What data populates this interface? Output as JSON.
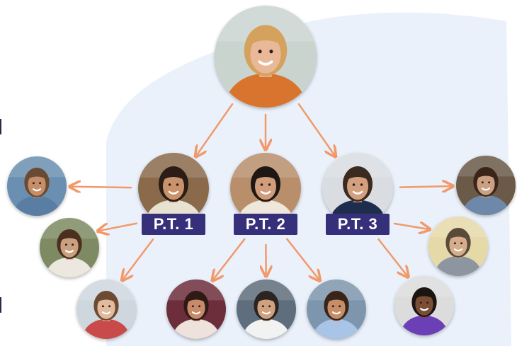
{
  "colors": {
    "background_blob": "#eaf1fb",
    "arrow": "#f2996a",
    "label_bg": "#36307a",
    "label_text": "#ffffff"
  },
  "people": [
    {
      "id": "top",
      "kind": "central-person",
      "bg": "#c9d4cf",
      "skin": "#e8b899",
      "hair": "#d4a25c",
      "shirt": "#d9742e"
    },
    {
      "id": "pt1",
      "kind": "primary-person",
      "bg": "#8a6a4c",
      "skin": "#c9926b",
      "hair": "#2a1d18",
      "shirt": "#e8e2d2"
    },
    {
      "id": "pt2",
      "kind": "primary-person",
      "bg": "#b88f6a",
      "skin": "#cf9d7c",
      "hair": "#1e1714",
      "shirt": "#ede7dc"
    },
    {
      "id": "pt3",
      "kind": "primary-person",
      "bg": "#d9dde2",
      "skin": "#d2a07e",
      "hair": "#3a2a20",
      "shirt": "#1e2d4d"
    },
    {
      "id": "l1",
      "kind": "referral-person",
      "bg": "#6a8fb0",
      "skin": "#c48e6a",
      "hair": "#6a4a32",
      "shirt": "#5a7ea3"
    },
    {
      "id": "l2",
      "kind": "referral-person",
      "bg": "#7d8a62",
      "skin": "#caa07f",
      "hair": "#4b2f1f",
      "shirt": "#ece7df"
    },
    {
      "id": "l3",
      "kind": "referral-person",
      "bg": "#ced6de",
      "skin": "#e0bb9e",
      "hair": "#6d4a32",
      "shirt": "#c94a4a"
    },
    {
      "id": "b1",
      "kind": "referral-person",
      "bg": "#6d2f3b",
      "skin": "#c88b6a",
      "hair": "#2f1a16",
      "shirt": "#ede2dc"
    },
    {
      "id": "b2",
      "kind": "referral-person",
      "bg": "#5f6e7c",
      "skin": "#d0a17f",
      "hair": "#2a2522",
      "shirt": "#f2f2f2"
    },
    {
      "id": "b3",
      "kind": "referral-person",
      "bg": "#7e96ad",
      "skin": "#c58d68",
      "hair": "#3a2418",
      "shirt": "#a8c4e6"
    },
    {
      "id": "r1",
      "kind": "referral-person",
      "bg": "#6a5a46",
      "skin": "#caa082",
      "hair": "#3b241a",
      "shirt": "#6d88a8"
    },
    {
      "id": "r2",
      "kind": "referral-person",
      "bg": "#e5d9a8",
      "skin": "#d6ad8c",
      "hair": "#5a4a3a",
      "shirt": "#8c95a0"
    },
    {
      "id": "r3",
      "kind": "referral-person",
      "bg": "#dcdcdc",
      "skin": "#7a4e36",
      "hair": "#1a1412",
      "shirt": "#6b3fb5"
    }
  ],
  "labels": [
    {
      "id": "pt1",
      "text": "P.T. 1"
    },
    {
      "id": "pt2",
      "text": "P.T. 2"
    },
    {
      "id": "pt3",
      "text": "P.T. 3"
    }
  ],
  "connections": [
    {
      "from": "top",
      "to": "pt1"
    },
    {
      "from": "top",
      "to": "pt2"
    },
    {
      "from": "top",
      "to": "pt3"
    },
    {
      "from": "pt1",
      "to": "l1"
    },
    {
      "from": "pt1",
      "to": "l2"
    },
    {
      "from": "pt1",
      "to": "l3"
    },
    {
      "from": "pt2",
      "to": "b1"
    },
    {
      "from": "pt2",
      "to": "b2"
    },
    {
      "from": "pt2",
      "to": "b3"
    },
    {
      "from": "pt3",
      "to": "r1"
    },
    {
      "from": "pt3",
      "to": "r2"
    },
    {
      "from": "pt3",
      "to": "r3"
    }
  ]
}
